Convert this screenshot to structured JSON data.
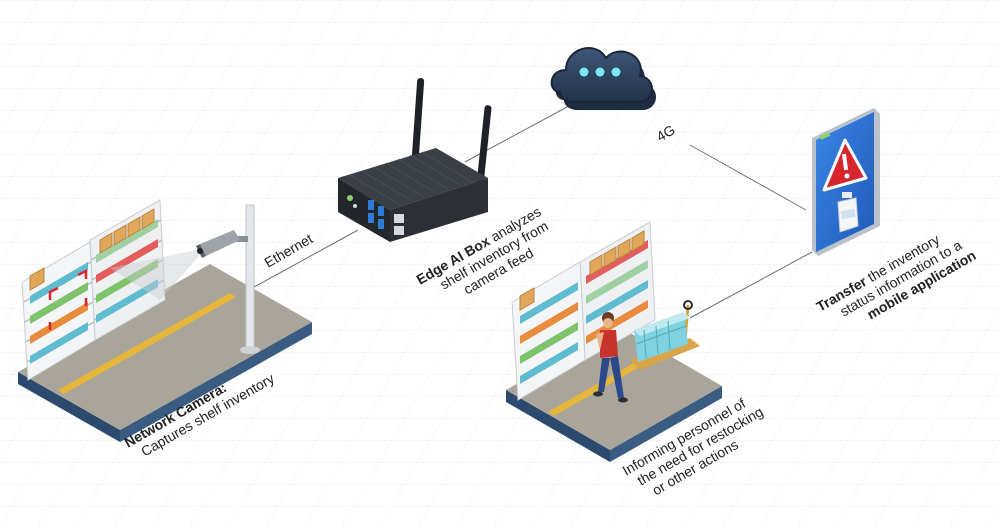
{
  "labels": {
    "ethernet": "Ethernet",
    "cellular": "4G",
    "camera": {
      "bold": "Network Camera:",
      "line2": "Captures shelf inventory"
    },
    "edge_box": {
      "bold": "Edge AI Box",
      "line1_rest": " analyzes",
      "line2": "shelf inventory from",
      "line3": "camera feed"
    },
    "transfer": {
      "bold": "Transfer",
      "line1_rest": " the inventory",
      "line2": "status information to a",
      "line3": "mobile application"
    },
    "personnel": {
      "line1": "Informing personnel of",
      "line2": "the need for restocking",
      "line3": "or other actions"
    }
  },
  "colors": {
    "floor": "#a9a59a",
    "floor_edge": "#2c4a6e",
    "stripe": "#e6b63a",
    "box": "#2a2d33",
    "cloud": "#2e3f57",
    "phone": "#2a6fd0",
    "alert": "#d8262e",
    "vest": "#c8342c"
  }
}
